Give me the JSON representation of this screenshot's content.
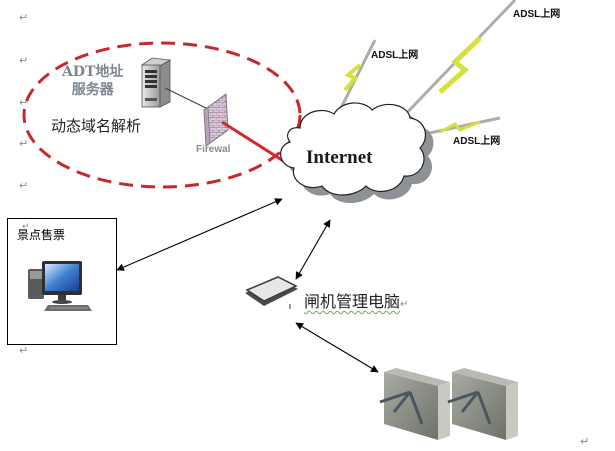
{
  "diagram": {
    "title_hidden": "",
    "ddns_zone": {
      "server_label_line1": "ADT地址",
      "server_label_line2": "服务器",
      "zone_label": "动态域名解析",
      "firewall_label": "Firewal"
    },
    "internet": {
      "label": "Internet"
    },
    "adsl_links": [
      {
        "label": "ADSL上网"
      },
      {
        "label": "ADSL上网"
      },
      {
        "label": "ADSL上网"
      }
    ],
    "ticket_station": {
      "label": "景点售票"
    },
    "gate_manager": {
      "label": "闸机管理电脑"
    },
    "paragraph_mark": "↵",
    "colors": {
      "ddns_ellipse": "#c8282b",
      "firewall_link": "#d62a2a",
      "adsl_bolt": "#d8e03a",
      "adsl_line": "#9aa39a",
      "cloud_shadow": "#8e9296",
      "arrow": "#000000"
    }
  }
}
